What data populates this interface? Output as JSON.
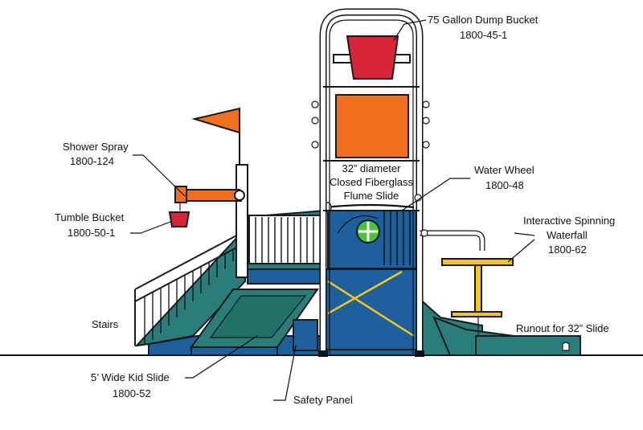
{
  "labels": {
    "dump_bucket": {
      "name": "75 Gallon Dump Bucket",
      "code": "1800-45-1"
    },
    "flume_slide": {
      "line1": "32” diameter",
      "line2": "Closed Fiberglass",
      "line3": "Flume Slide"
    },
    "water_wheel": {
      "name": "Water Wheel",
      "code": "1800-48"
    },
    "shower_spray": {
      "name": "Shower Spray",
      "code": "1800-124"
    },
    "tumble_bucket": {
      "name": "Tumble Bucket",
      "code": "1800-50-1"
    },
    "spinning_waterfall": {
      "line1": "Interactive Spinning",
      "line2": "Waterfall",
      "code": "1800-62"
    },
    "stairs": {
      "name": "Stairs"
    },
    "runout": {
      "name": "Runout for 32” Slide"
    },
    "kid_slide": {
      "name": "5’ Wide Kid Slide",
      "code": "1800-52"
    },
    "safety_panel": {
      "name": "Safety Panel"
    }
  },
  "colors": {
    "bucket_red": "#d9253a",
    "panel_orange": "#f07020",
    "flag_orange": "#f07020",
    "deck_blue": "#1e5f9e",
    "teal": "#2a7d78",
    "yellow": "#f7c61b",
    "green": "#4cc23c"
  }
}
